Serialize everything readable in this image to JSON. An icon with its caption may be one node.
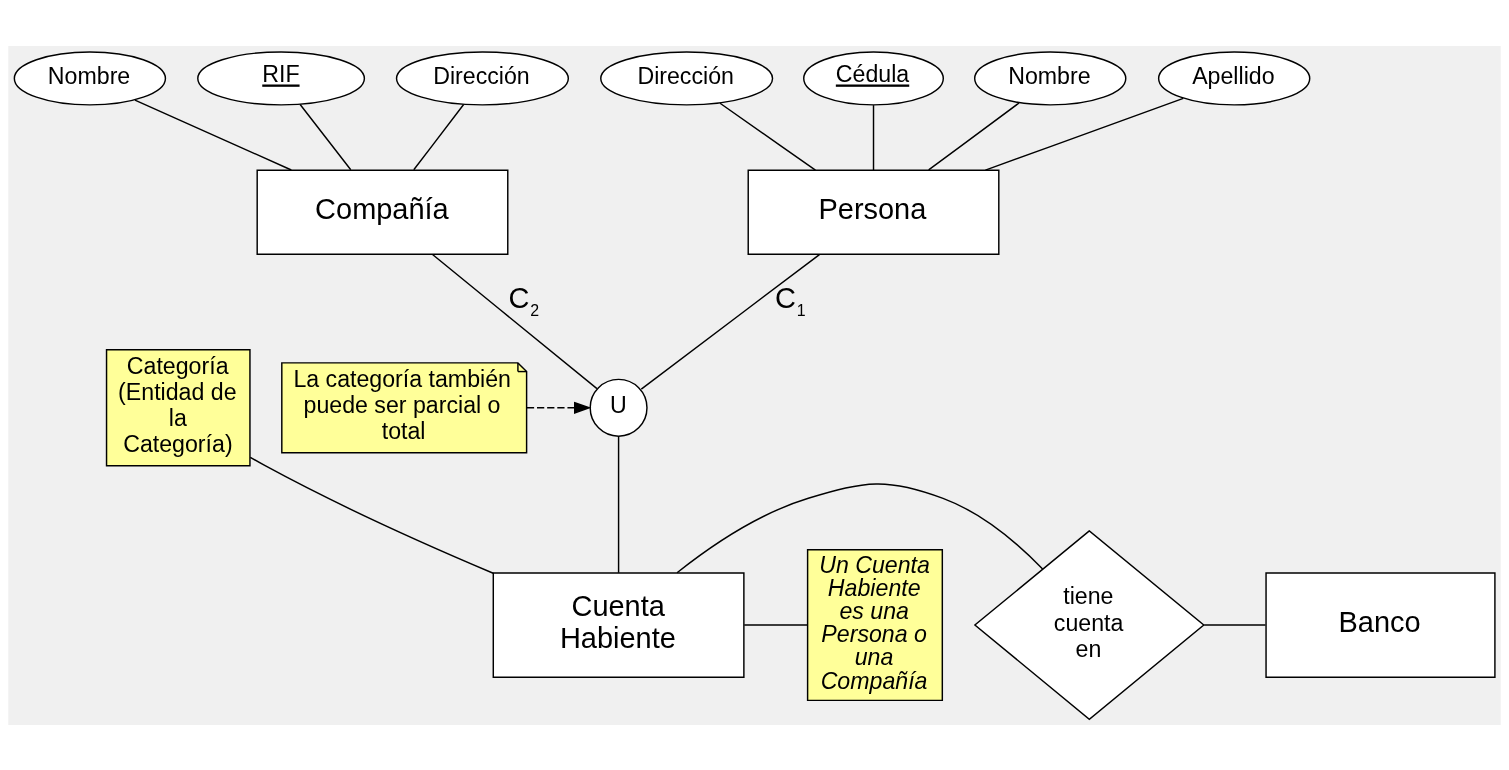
{
  "diagram": {
    "nodes": [
      {
        "text": [
          "Cédula"
        ]
      },
      {
        "text": [
          "Nombre"
        ]
      },
      {
        "text": [
          "Apellido"
        ]
      },
      {
        "text": [
          "Dirección"
        ]
      },
      {
        "text": [
          "Persona"
        ]
      },
      {
        "text": [
          "Nombre"
        ]
      },
      {
        "text": [
          "RIF"
        ]
      },
      {
        "text": [
          "Dirección"
        ]
      },
      {
        "text": [
          "Compañía"
        ]
      },
      {
        "text": [
          "U"
        ]
      },
      {
        "text": [
          "Cuenta Habiente"
        ]
      },
      {
        "text": [
          "tiene cuenta en"
        ]
      },
      {
        "text": [
          "Banco"
        ]
      },
      {
        "text": [
          "La categoría también puede ser parcial o total"
        ]
      },
      {
        "text": [
          "Categoría (Entidad de la Categoría)"
        ]
      },
      {
        "text": [
          "Un Cuenta Habiente es una Persona o una Compañía"
        ]
      }
    ],
    "edges": [
      {
        "from": 0,
        "to": 4,
        "arrow": "none"
      },
      {
        "from": 1,
        "to": 4,
        "arrow": "none"
      },
      {
        "from": 2,
        "to": 4,
        "arrow": "none"
      },
      {
        "from": 3,
        "to": 4,
        "arrow": "none"
      },
      {
        "from": 6,
        "to": 8,
        "arrow": "none"
      },
      {
        "from": 5,
        "to": 8,
        "arrow": "none"
      },
      {
        "from": 7,
        "to": 8,
        "arrow": "none"
      },
      {
        "from": 4,
        "to": 9,
        "arrow": "none",
        "label": "C$_{1}$"
      },
      {
        "from": 8,
        "to": 9,
        "arrow": "none",
        "label": "C$_{2}$"
      },
      {
        "from": 9,
        "to": 10,
        "arrow": "none"
      },
      {
        "from": 13,
        "to": 9,
        "arrow": "to",
        "style": "dashed"
      },
      {
        "from": 14,
        "to": 10,
        "arrow": "none"
      },
      {
        "from": 15,
        "to": 10,
        "arrow": "none"
      },
      {
        "from": 10,
        "to": 11,
        "arrow": "none"
      },
      {
        "from": 11,
        "to": 12,
        "arrow": "none"
      }
    ]
  }
}
